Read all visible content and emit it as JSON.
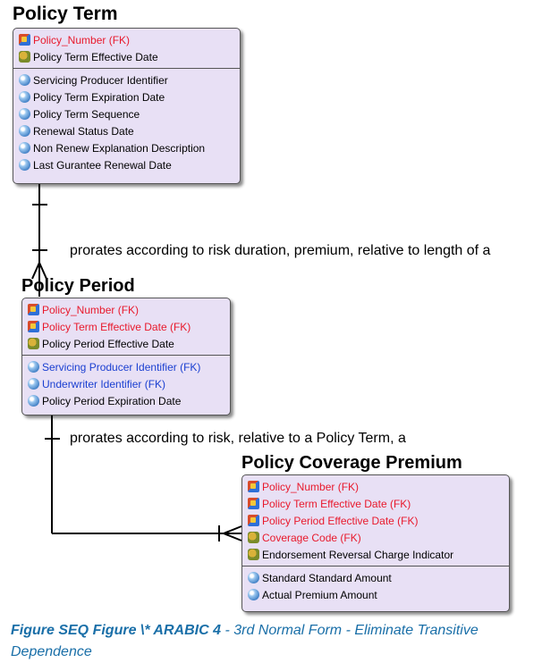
{
  "entities": {
    "policy_term": {
      "title": "Policy Term",
      "keys": [
        {
          "label": "Policy_Number (FK)",
          "icon": "foreign-key-icon",
          "style": "fk"
        },
        {
          "label": "Policy Term Effective Date",
          "icon": "primary-key-icon",
          "style": "plain"
        }
      ],
      "attributes": [
        {
          "label": "Servicing Producer Identifier",
          "style": "plain"
        },
        {
          "label": "Policy Term Expiration Date",
          "style": "plain"
        },
        {
          "label": "Policy Term Sequence",
          "style": "plain"
        },
        {
          "label": "Renewal Status Date",
          "style": "plain"
        },
        {
          "label": "Non Renew Explanation Description",
          "style": "plain"
        },
        {
          "label": "Last Gurantee Renewal Date",
          "style": "plain"
        }
      ]
    },
    "policy_period": {
      "title": "Policy Period",
      "keys": [
        {
          "label": "Policy_Number (FK)",
          "icon": "foreign-key-icon",
          "style": "fk"
        },
        {
          "label": "Policy Term Effective Date (FK)",
          "icon": "foreign-key-icon",
          "style": "fk"
        },
        {
          "label": "Policy Period Effective Date",
          "icon": "primary-key-icon",
          "style": "plain"
        }
      ],
      "attributes": [
        {
          "label": "Servicing Producer Identifier (FK)",
          "style": "nfk"
        },
        {
          "label": "Underwriter Identifier (FK)",
          "style": "nfk"
        },
        {
          "label": "Policy Period Expiration Date",
          "style": "plain"
        }
      ]
    },
    "policy_coverage_premium": {
      "title": "Policy Coverage Premium",
      "keys": [
        {
          "label": "Policy_Number (FK)",
          "icon": "foreign-key-icon",
          "style": "fk"
        },
        {
          "label": "Policy Term Effective Date (FK)",
          "icon": "foreign-key-icon",
          "style": "fk"
        },
        {
          "label": "Policy Period Effective Date (FK)",
          "icon": "foreign-key-icon",
          "style": "fk"
        },
        {
          "label": "Coverage Code (FK)",
          "icon": "primary-key-icon",
          "style": "fk"
        },
        {
          "label": "Endorsement Reversal Charge Indicator",
          "icon": "primary-key-icon",
          "style": "plain"
        }
      ],
      "attributes": [
        {
          "label": "Standard Standard Amount",
          "style": "plain"
        },
        {
          "label": "Actual Premium Amount",
          "style": "plain"
        }
      ]
    }
  },
  "relationships": {
    "term_to_period": "prorates according to risk duration, premium, relative to length of a",
    "period_to_coverage": "prorates according to risk, relative to a Policy Term, a"
  },
  "caption": {
    "label": "Figure SEQ Figure \\* ARABIC 4",
    "text": " - 3rd Normal Form - Eliminate Transitive Dependence"
  }
}
